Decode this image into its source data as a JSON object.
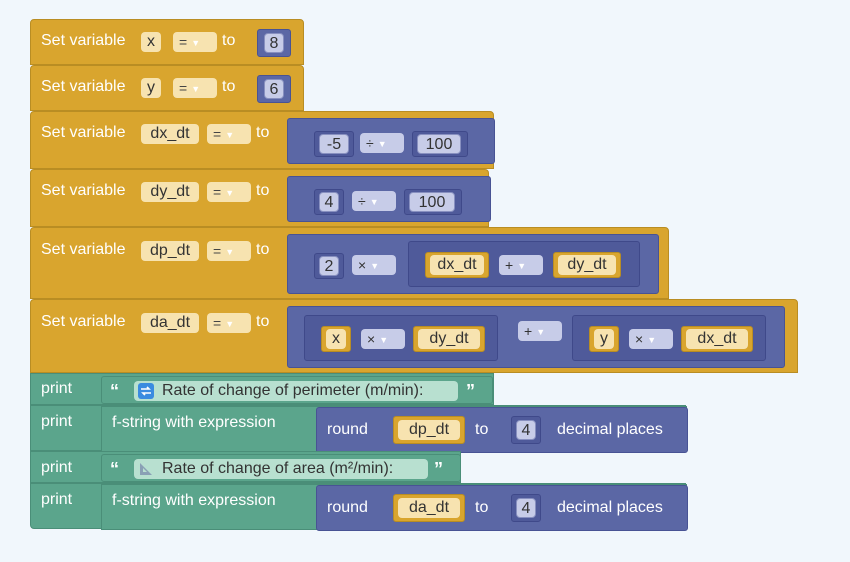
{
  "colors": {
    "variable_block": "#d9a52e",
    "math_block": "#5b67a5",
    "print_block": "#5ba58c",
    "background": "#f1f7fc"
  },
  "labels": {
    "set_variable": "Set variable",
    "to": "to",
    "print": "print",
    "fstring": "f-string with expression",
    "round": "round",
    "decimal_places": "decimal places",
    "open_quote": "“",
    "close_quote": "”",
    "eq": "=",
    "dd_arrow": "▼"
  },
  "blocks": {
    "set_x": {
      "var": "x",
      "value": "8"
    },
    "set_y": {
      "var": "y",
      "value": "6"
    },
    "set_dx_dt": {
      "var": "dx_dt",
      "left": "-5",
      "op": "÷",
      "right": "100"
    },
    "set_dy_dt": {
      "var": "dy_dt",
      "left": "4",
      "op": "÷",
      "right": "100"
    },
    "set_dp_dt": {
      "var": "dp_dt",
      "factor": "2",
      "op": "×",
      "inner_left": "dx_dt",
      "inner_op": "+",
      "inner_right": "dy_dt"
    },
    "set_da_dt": {
      "var": "da_dt",
      "outer_op": "+",
      "l_left": "x",
      "l_op": "×",
      "l_right": "dy_dt",
      "r_left": "y",
      "r_op": "×",
      "r_right": "dx_dt"
    },
    "print1": {
      "text": "Rate of change of perimeter (m/min):",
      "icon": "repeat-icon"
    },
    "print2": {
      "var": "dp_dt",
      "digits": "4"
    },
    "print3": {
      "text": "Rate of change of area (m²/min):",
      "icon": "triangle-ruler-icon"
    },
    "print4": {
      "var": "da_dt",
      "digits": "4"
    }
  }
}
